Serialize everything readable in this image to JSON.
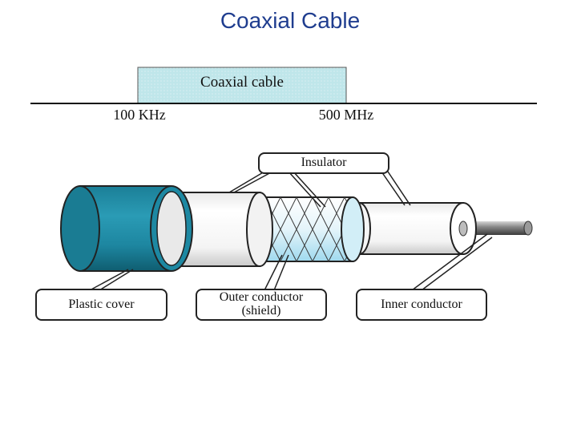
{
  "slide": {
    "title": "Coaxial Cable"
  },
  "spectrum": {
    "band_label": "Coaxial cable",
    "low_freq": "100 KHz",
    "high_freq": "500 MHz",
    "band_fill": "#bfe6ea"
  },
  "parts": {
    "insulator": "Insulator",
    "plastic_cover": "Plastic cover",
    "outer_conductor_line1": "Outer conductor",
    "outer_conductor_line2": "(shield)",
    "inner_conductor": "Inner conductor"
  },
  "colors": {
    "title": "#1f3d8f",
    "jacket": "#1f8fa8",
    "shield_fill": "#bfe6f2"
  }
}
